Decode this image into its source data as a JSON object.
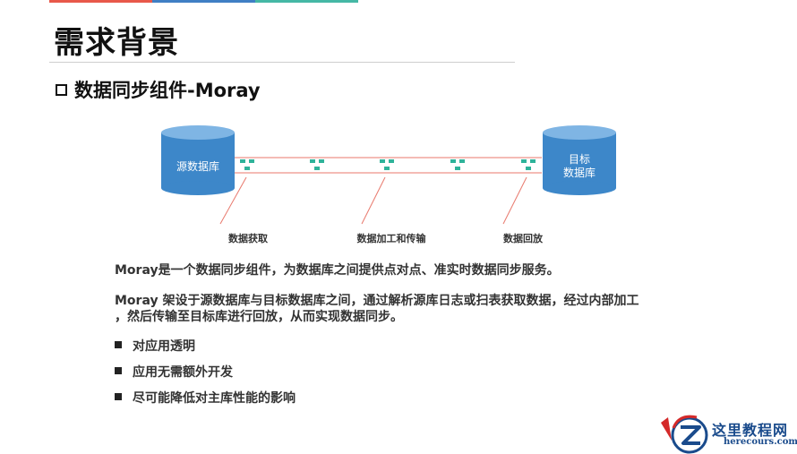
{
  "colors": {
    "top_bar": [
      "#e8584a",
      "#3f7fc4",
      "#45b8a5"
    ],
    "cylinder": "#3d87c9",
    "cylinder_top": "#7fb5e4",
    "line": "#e8776b",
    "packet": "#2fb39a"
  },
  "header": {
    "title": "需求背景",
    "subtitle": "数据同步组件-Moray"
  },
  "diagram": {
    "source_db": [
      "源数据库"
    ],
    "target_db": [
      "目标",
      "数据库"
    ],
    "labels": {
      "acquire": "数据获取",
      "process": "数据加工和传输",
      "replay": "数据回放"
    }
  },
  "body": {
    "para1": "Moray是一个数据同步组件，为数据库之间提供点对点、准实时数据同步服务。",
    "para2_line1": "Moray 架设于源数据库与目标数据库之间，通过解析源库日志或扫表获取数据，经过内部加工",
    "para2_line2": "，然后传输至目标库进行回放，从而实现数据同步。",
    "bullets": [
      "对应用透明",
      "应用无需额外开发",
      "尽可能降低对主库性能的影响"
    ]
  },
  "watermark": {
    "title": "这里教程网",
    "url": "herecours.com",
    "icon": "z-logo-icon"
  }
}
